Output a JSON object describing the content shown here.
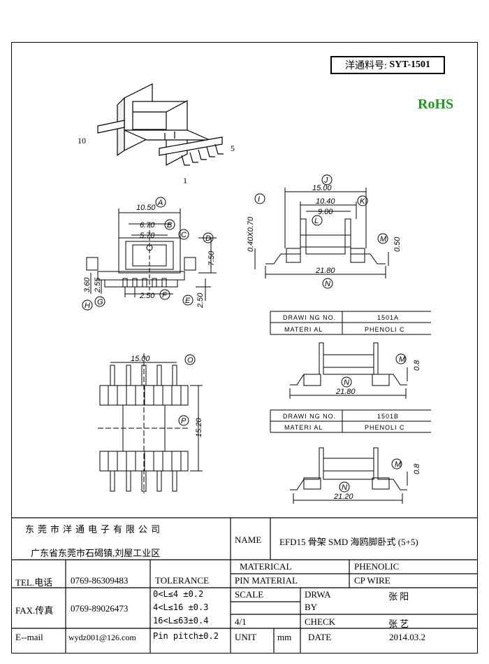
{
  "part_label": "洋通料号:",
  "part_number": "SYT-1501",
  "rohs": "RoHS",
  "iso": {
    "pin_left": "10",
    "pin_right": "5",
    "pin_bottom": "1"
  },
  "front": {
    "d_a": "10.50",
    "d_b": "6.70",
    "d_c": "5.70",
    "d_d": "7.50",
    "d_h": "3.60",
    "d_g": "2.55",
    "d_f": "2.50",
    "d_e": "2.50",
    "l_a": "A",
    "l_b": "B",
    "l_c": "C",
    "l_d": "D",
    "l_e": "E",
    "l_f": "F",
    "l_g": "G",
    "l_h": "H"
  },
  "side": {
    "d_j": "15.00",
    "d_k": "10.40",
    "d_l": "9.00",
    "d_i": "0.40X0.70",
    "d_m": "0.50",
    "d_n": "21.80",
    "l_i": "I",
    "l_j": "J",
    "l_k": "K",
    "l_l": "L",
    "l_m": "M",
    "l_n": "N"
  },
  "bottom": {
    "d_o": "15.00",
    "d_p": "15.20",
    "l_o": "O",
    "l_p": "P"
  },
  "variant_a": {
    "drawing_no_label": "DRAWI NG NO.",
    "drawing_no": "1501A",
    "material_label": "MATERI AL",
    "material": "PHENOLI C",
    "d_m": "0.8",
    "d_n": "21.80",
    "l_m": "M",
    "l_n": "N"
  },
  "variant_b": {
    "drawing_no_label": "DRAWI NG NO.",
    "drawing_no": "1501B",
    "material_label": "MATERI AL",
    "material": "PHENOLI C",
    "d_m": "0.8",
    "d_n": "21.20",
    "l_m": "M",
    "l_n": "N"
  },
  "title_block": {
    "company": "东莞市洋通电子有限公司",
    "address": "广东省东莞市石碣镇,刘屋工业区",
    "name_label": "NAME",
    "name_value": "EFD15 骨架 SMD 海鸥脚卧式 (5+5)",
    "materical_label": "MATERICAL",
    "materical_value": "PHENOLIC",
    "tel_label": "TEL.电话",
    "tel_value": "0769-86309483",
    "tolerance_label": "TOLERANCE",
    "pin_material_label": "PIN MATERIAL",
    "pin_material_value": "CP WIRE",
    "fax_label": "FAX.传真",
    "fax_value": "0769-89026473",
    "tol_1": "0<L≤4   ±0.2",
    "tol_2": "4<L≤16  ±0.3",
    "tol_3": "16<L≤63±0.4",
    "tol_4": "Pin pitch±0.2",
    "scale_label": "SCALE",
    "scale_value": "4/1",
    "drawn_label_1": "DRWA",
    "drawn_label_2": "BY",
    "drawn_value": "张 阳",
    "check_label": "CHECK",
    "check_value": "张 艺",
    "email_label": "E--mail",
    "email_value": "wydz001@126.com",
    "unit_label": "UNIT",
    "unit_value": "mm",
    "date_label": "DATE",
    "date_value": "2014.03.2"
  }
}
